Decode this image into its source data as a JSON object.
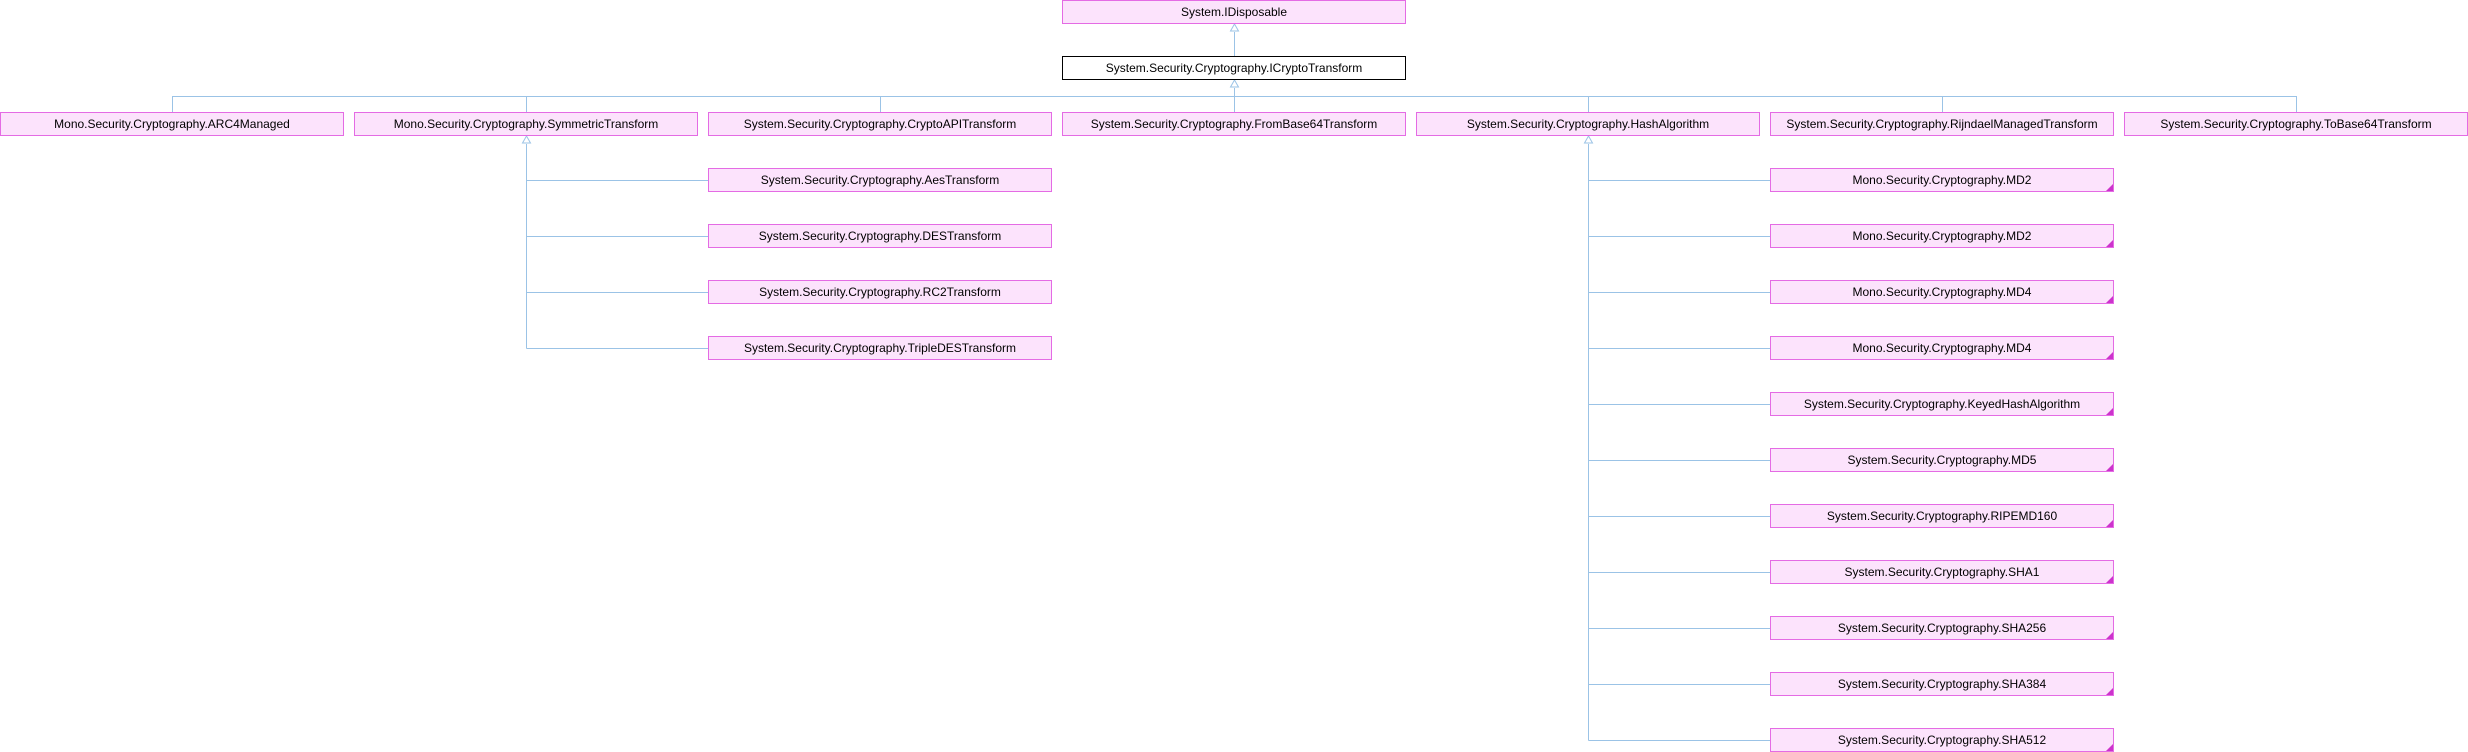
{
  "diagram": {
    "root": "System.IDisposable",
    "focus": "System.Security.Cryptography.ICryptoTransform",
    "children": [
      "Mono.Security.Cryptography.ARC4Managed",
      "Mono.Security.Cryptography.SymmetricTransform",
      "System.Security.Cryptography.CryptoAPITransform",
      "System.Security.Cryptography.FromBase64Transform",
      "System.Security.Cryptography.HashAlgorithm",
      "System.Security.Cryptography.RijndaelManagedTransform",
      "System.Security.Cryptography.ToBase64Transform"
    ],
    "symmetric_subclasses": [
      "System.Security.Cryptography.AesTransform",
      "System.Security.Cryptography.DESTransform",
      "System.Security.Cryptography.RC2Transform",
      "System.Security.Cryptography.TripleDESTransform"
    ],
    "hash_subclasses": [
      "Mono.Security.Cryptography.MD2",
      "Mono.Security.Cryptography.MD2",
      "Mono.Security.Cryptography.MD4",
      "Mono.Security.Cryptography.MD4",
      "System.Security.Cryptography.KeyedHashAlgorithm",
      "System.Security.Cryptography.MD5",
      "System.Security.Cryptography.RIPEMD160",
      "System.Security.Cryptography.SHA1",
      "System.Security.Cryptography.SHA256",
      "System.Security.Cryptography.SHA384",
      "System.Security.Cryptography.SHA512"
    ],
    "colors": {
      "node_fill": "#fce3fc",
      "node_border": "#e46be4",
      "focus_border": "#000000",
      "edge": "#9bc3e6",
      "corner_marker": "#cc33cc"
    }
  }
}
